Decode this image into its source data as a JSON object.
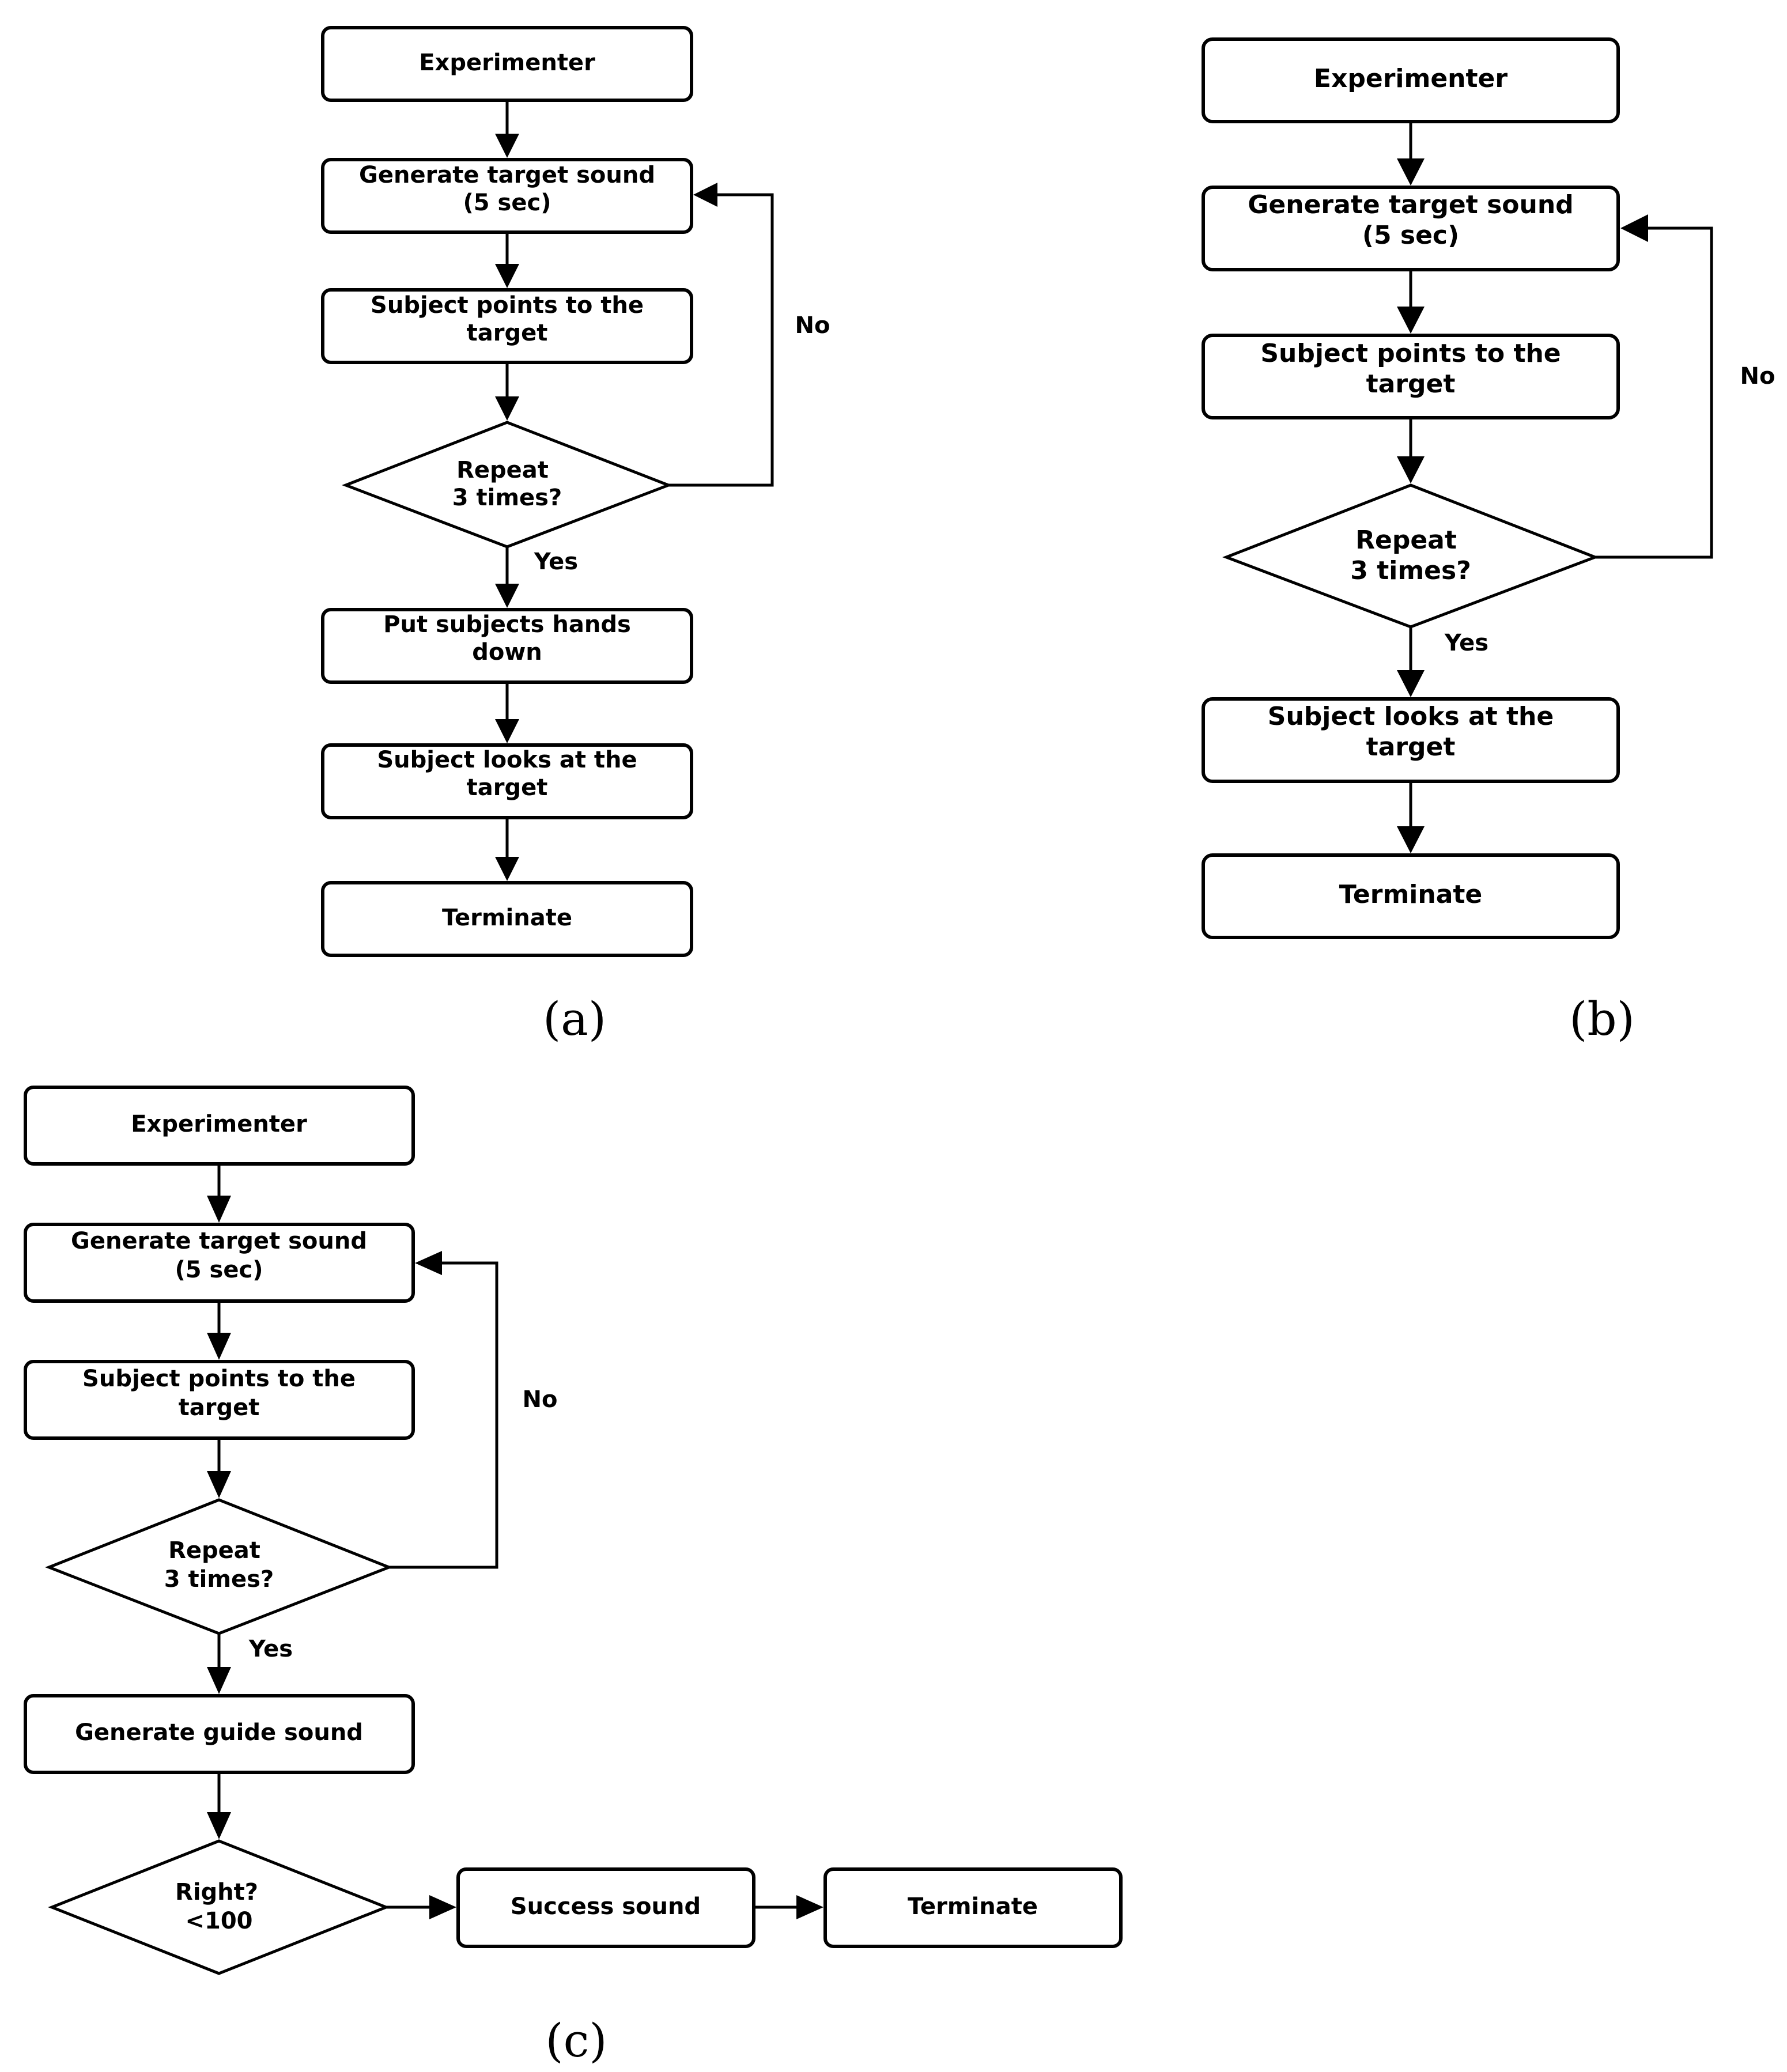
{
  "panels": {
    "a": {
      "caption": "(a)",
      "nodes": {
        "experimenter": [
          "Experimenter"
        ],
        "generate_target": [
          "Generate target sound",
          "(5 sec)"
        ],
        "subject_points": [
          "Subject points to the",
          "target"
        ],
        "repeat": [
          "Repeat",
          "3 times?"
        ],
        "hands_down": [
          "Put subjects hands",
          "down"
        ],
        "looks": [
          "Subject looks at the",
          "target"
        ],
        "terminate": [
          "Terminate"
        ]
      },
      "edges": {
        "no": "No",
        "yes": "Yes"
      }
    },
    "b": {
      "caption": "(b)",
      "nodes": {
        "experimenter": [
          "Experimenter"
        ],
        "generate_target": [
          "Generate target sound",
          "(5 sec)"
        ],
        "subject_points": [
          "Subject points to the",
          "target"
        ],
        "repeat": [
          "Repeat",
          "3 times?"
        ],
        "looks": [
          "Subject looks at the",
          "target"
        ],
        "terminate": [
          "Terminate"
        ]
      },
      "edges": {
        "no": "No",
        "yes": "Yes"
      }
    },
    "c": {
      "caption": "(c)",
      "nodes": {
        "experimenter": [
          "Experimenter"
        ],
        "generate_target": [
          "Generate target sound",
          "(5 sec)"
        ],
        "subject_points": [
          "Subject points to the",
          "target"
        ],
        "repeat": [
          "Repeat",
          "3 times?"
        ],
        "guide": [
          "Generate guide sound"
        ],
        "right": [
          "Right?",
          "<100"
        ],
        "success": [
          "Success sound"
        ],
        "terminate": [
          "Terminate"
        ]
      },
      "edges": {
        "no": "No",
        "yes": "Yes"
      }
    }
  }
}
